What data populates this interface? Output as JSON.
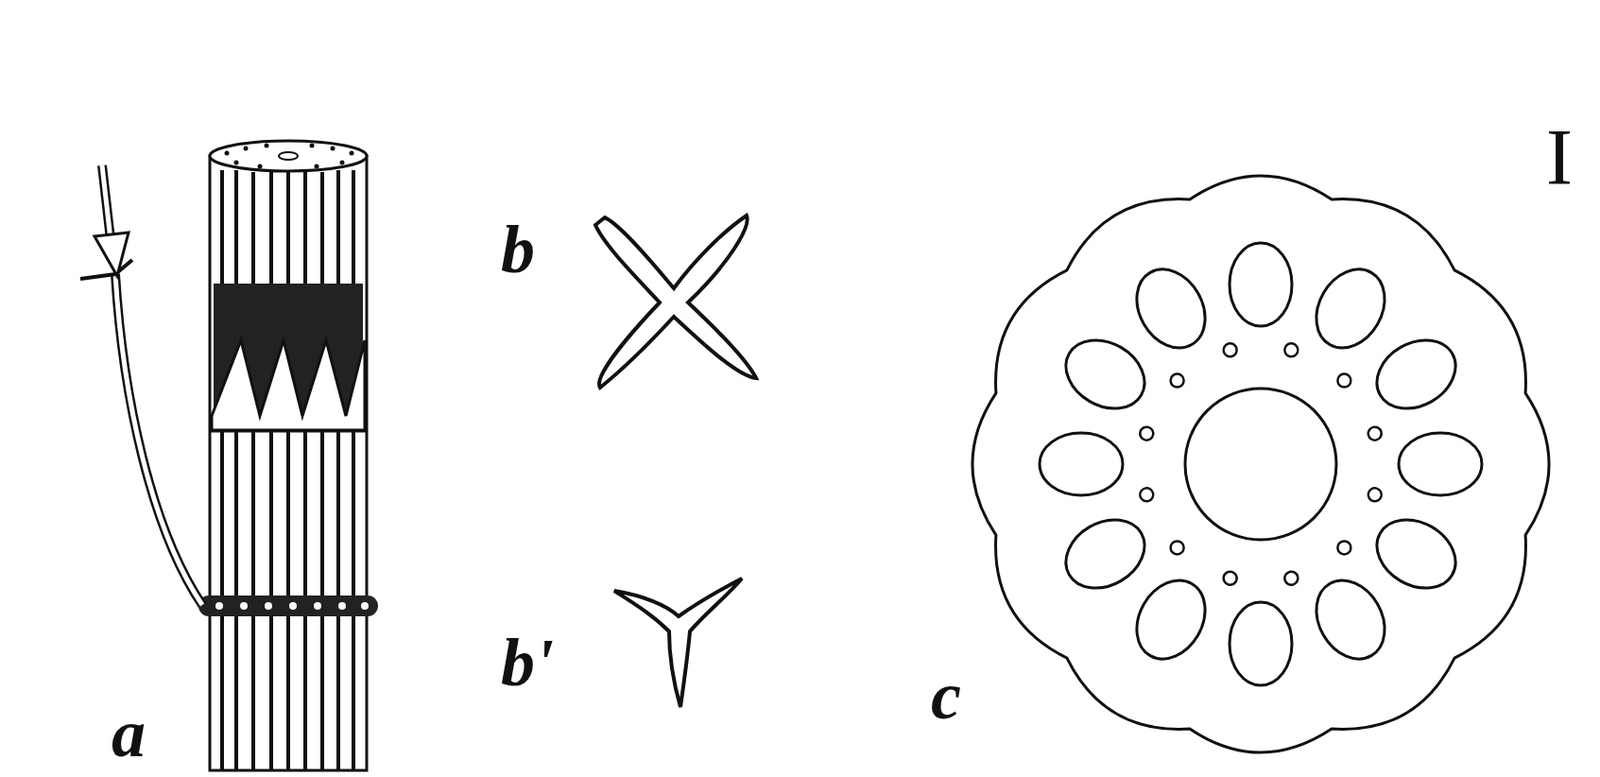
{
  "diagram": {
    "labels": [
      "a",
      "b",
      "b'",
      "c",
      "I"
    ]
  }
}
